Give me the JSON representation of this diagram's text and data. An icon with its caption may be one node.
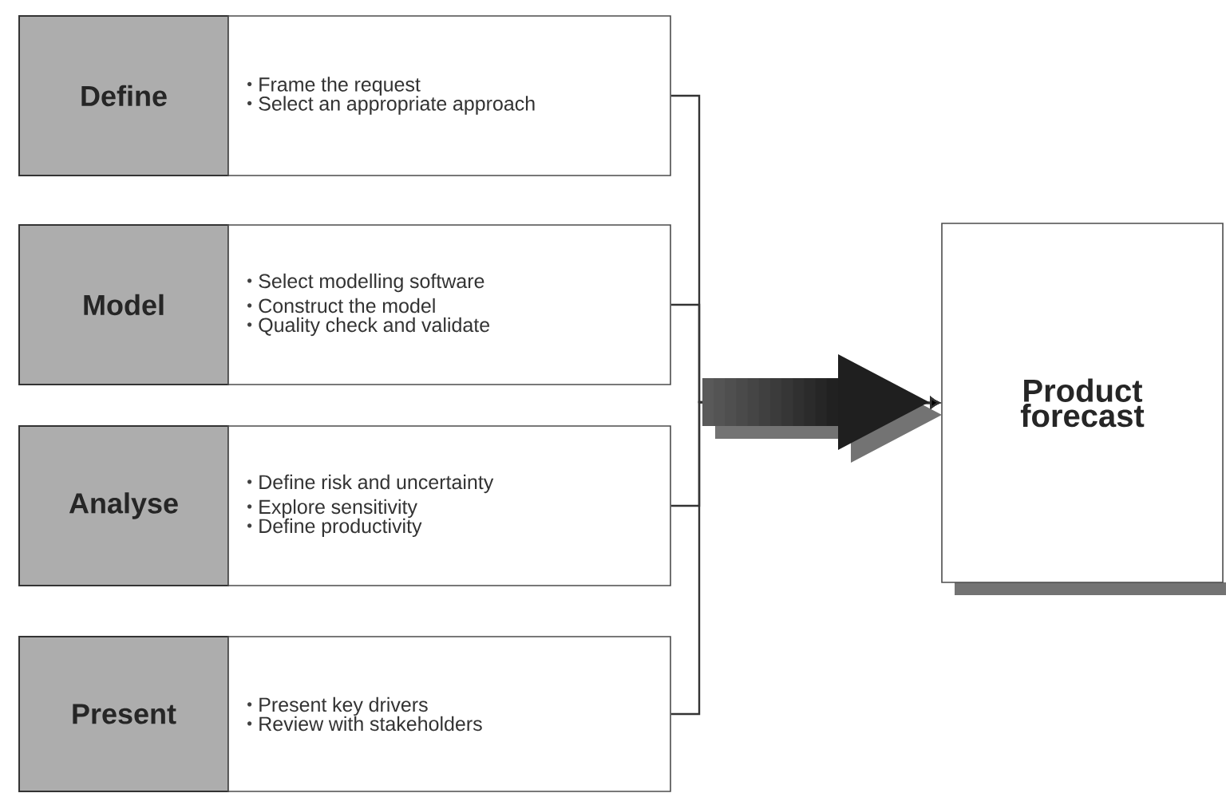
{
  "diagram": {
    "nodes": [
      {
        "text": [
          "Define"
        ]
      },
      {
        "text": [
          "Frame the request",
          "Select an appropriate approach"
        ]
      },
      {
        "text": [
          "Model"
        ]
      },
      {
        "text": [
          "Select modelling software",
          "Construct the model",
          "Quality check and validate"
        ]
      },
      {
        "text": [
          "Analyse"
        ]
      },
      {
        "text": [
          "Define risk and uncertainty",
          "Explore sensitivity",
          "Define productivity"
        ]
      },
      {
        "text": [
          "Present"
        ]
      },
      {
        "text": [
          "Present key drivers",
          "Review with stakeholders"
        ]
      },
      {
        "text": [
          "Product forecast"
        ]
      }
    ],
    "edges": [
      {
        "from": 1,
        "to": 8,
        "arrow": "to"
      },
      {
        "from": 3,
        "to": 8,
        "arrow": "to"
      },
      {
        "from": 5,
        "to": 8,
        "arrow": "to"
      },
      {
        "from": 7,
        "to": 8,
        "arrow": "to"
      }
    ]
  }
}
